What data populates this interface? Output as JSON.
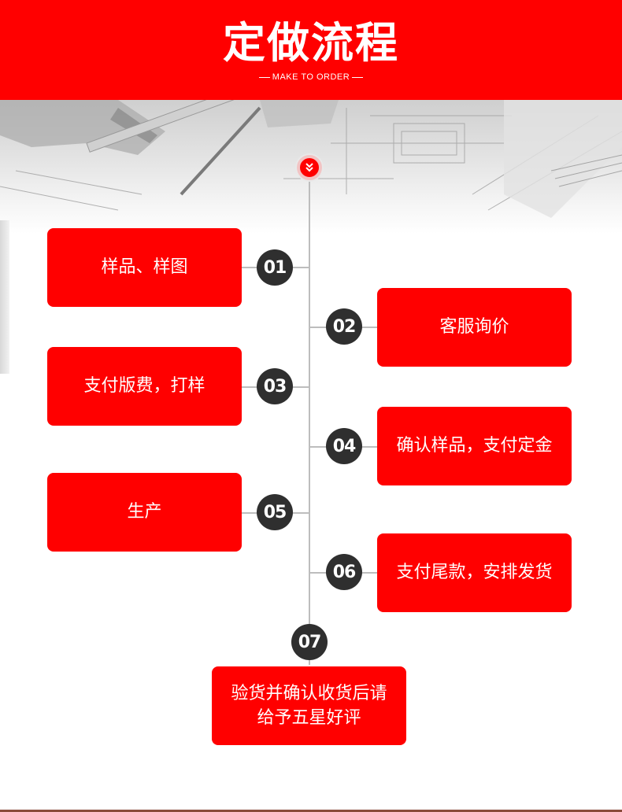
{
  "header": {
    "title": "定做流程",
    "subtitle": "MAKE TO ORDER"
  },
  "steps": [
    {
      "num": "01",
      "label": "样品、样图"
    },
    {
      "num": "02",
      "label": "客服询价"
    },
    {
      "num": "03",
      "label": "支付版费，打样"
    },
    {
      "num": "04",
      "label": "确认样品，支付定金"
    },
    {
      "num": "05",
      "label": "生产"
    },
    {
      "num": "06",
      "label": "支付尾款，安排发货"
    },
    {
      "num": "07",
      "label": "验货并确认收货后请给予五星好评"
    }
  ],
  "colors": {
    "accent": "#ff0000",
    "number_circle": "#2f2f2f",
    "line": "#bdbdbd"
  },
  "icons": {
    "top_node": "double-chevron-down-icon"
  }
}
